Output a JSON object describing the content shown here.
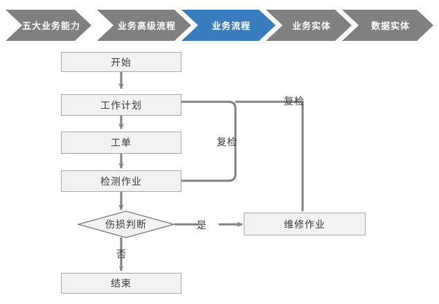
{
  "breadcrumb": {
    "active_color": "#3a7dbf",
    "inactive_color": "#808080",
    "items": [
      {
        "label": "五大业务能力",
        "active": false
      },
      {
        "label": "业务高级流程",
        "active": false
      },
      {
        "label": "业务流程",
        "active": true
      },
      {
        "label": "业务实体",
        "active": false
      },
      {
        "label": "数据实体",
        "active": false
      }
    ]
  },
  "flowchart": {
    "line_color": "#808080",
    "box_fill": "#f2f2f2",
    "box_border": "#a6a6a6",
    "nodes": [
      {
        "id": "start",
        "label": "开始",
        "shape": "rect"
      },
      {
        "id": "work-plan",
        "label": "工作计划",
        "shape": "rect"
      },
      {
        "id": "work-order",
        "label": "工单",
        "shape": "rect"
      },
      {
        "id": "inspection",
        "label": "检测作业",
        "shape": "rect"
      },
      {
        "id": "damage-decision",
        "label": "伤损判断",
        "shape": "diamond"
      },
      {
        "id": "repair",
        "label": "维修作业",
        "shape": "rect"
      },
      {
        "id": "end",
        "label": "结束",
        "shape": "rect"
      }
    ],
    "edge_labels": [
      {
        "id": "recheck-inner",
        "label": "复检"
      },
      {
        "id": "recheck-outer",
        "label": "复检"
      },
      {
        "id": "branch-yes",
        "label": "是"
      },
      {
        "id": "branch-no",
        "label": "否"
      }
    ]
  }
}
